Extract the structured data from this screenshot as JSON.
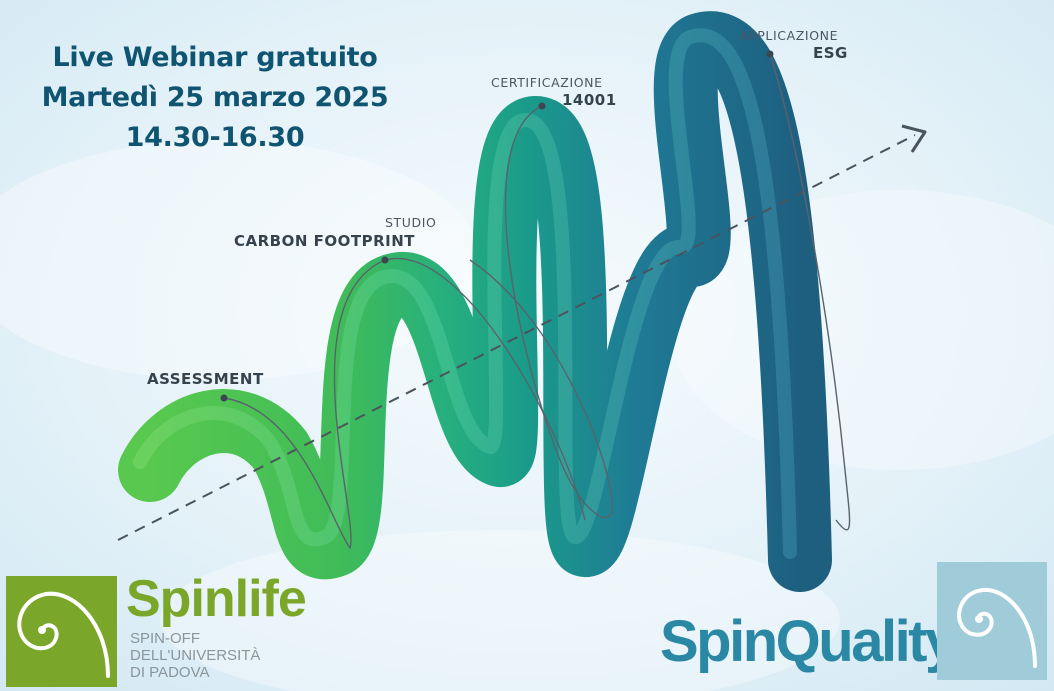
{
  "headline": {
    "line1": "Live Webinar gratuito",
    "line2": "Martedì 25 marzo 2025",
    "line3": "14.30-16.30"
  },
  "steps": [
    {
      "small": "",
      "big": "ASSESSMENT"
    },
    {
      "small": "STUDIO",
      "big": "CARBON FOOTPRINT"
    },
    {
      "small": "CERTIFICAZIONE",
      "big": "14001"
    },
    {
      "small": "APPLICAZIONE",
      "big": "ESG"
    }
  ],
  "logos": {
    "spinlife": {
      "name": "Spinlife",
      "sub_line1": "SPIN-OFF",
      "sub_line2": "DELL'UNIVERSITÀ",
      "sub_line3": "DI PADOVA",
      "color": "#7aa62a"
    },
    "spinquality": {
      "name": "SpinQuality",
      "color": "#2b88a4"
    }
  },
  "colors": {
    "headline": "#0f5470",
    "ribbon_green": "#4cc14a",
    "ribbon_teal": "#1fae8c",
    "ribbon_blue": "#1e6585"
  }
}
